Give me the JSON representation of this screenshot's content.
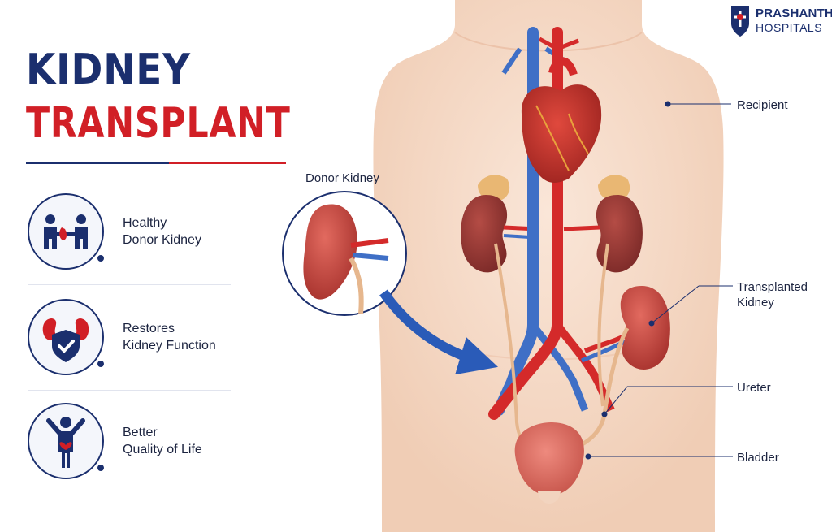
{
  "header": {
    "title_line1": "KIDNEY",
    "title_line2": "TRANSPLANT"
  },
  "brand": {
    "name_line1": "PRASHANTH",
    "name_line2": "HOSPITALS"
  },
  "features": [
    {
      "icon": "handshake-icon",
      "line1": "Healthy",
      "line2": "Donor Kidney"
    },
    {
      "icon": "kidney-shield-icon",
      "line1": "Restores",
      "line2": "Kidney Function"
    },
    {
      "icon": "person-heart-icon",
      "line1": "Better",
      "line2": "Quality of Life"
    }
  ],
  "diagram": {
    "donor_kidney_label": "Donor Kidney",
    "labels": {
      "recipient": "Recipient",
      "transplanted_line1": "Transplanted",
      "transplanted_line2": "Kidney",
      "ureter": "Ureter",
      "bladder": "Bladder"
    }
  },
  "colors": {
    "navy": "#1b2f6e",
    "red": "#d11f26",
    "artery": "#d42a2a",
    "vein": "#3f6fc6",
    "kidney": "#c6453f",
    "skin": "#f6d9c6"
  }
}
